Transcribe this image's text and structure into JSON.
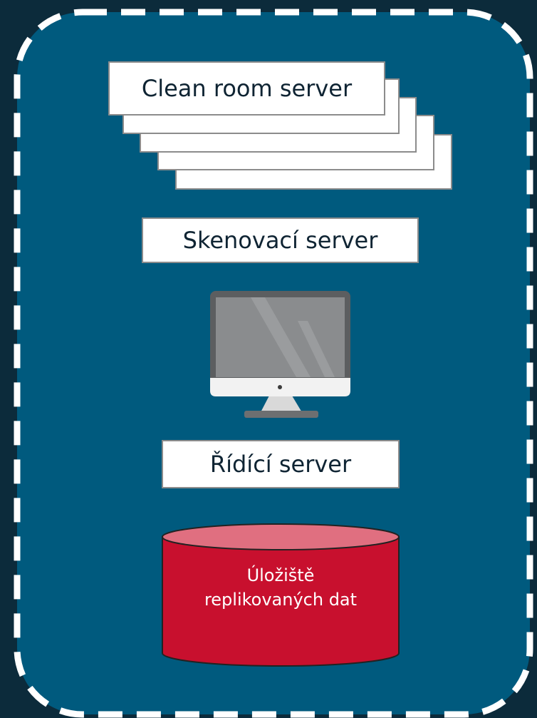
{
  "diagram": {
    "clean_room_server": "Clean room server",
    "scan_server": "Skenovací server",
    "control_server": "Řídící server",
    "storage": {
      "line1": "Úložiště",
      "line2": "replikovaných dat"
    },
    "colors": {
      "background": "#0c2b3b",
      "panel": "#005a7e",
      "boundary_dash": "#ffffff",
      "label_box": "#ffffff",
      "label_border": "#8c8c8c",
      "label_text": "#0f2433",
      "storage_body": "#c8102e",
      "storage_top": "#e06f80",
      "monitor_frame": "#5c5e60",
      "monitor_screen": "#8a8c8e",
      "monitor_stand": "#d9d9d9",
      "monitor_base": "#6d6f71"
    },
    "icons": {
      "stack": "server-stack-icon",
      "computer": "monitor-icon",
      "database": "database-cylinder-icon"
    }
  }
}
